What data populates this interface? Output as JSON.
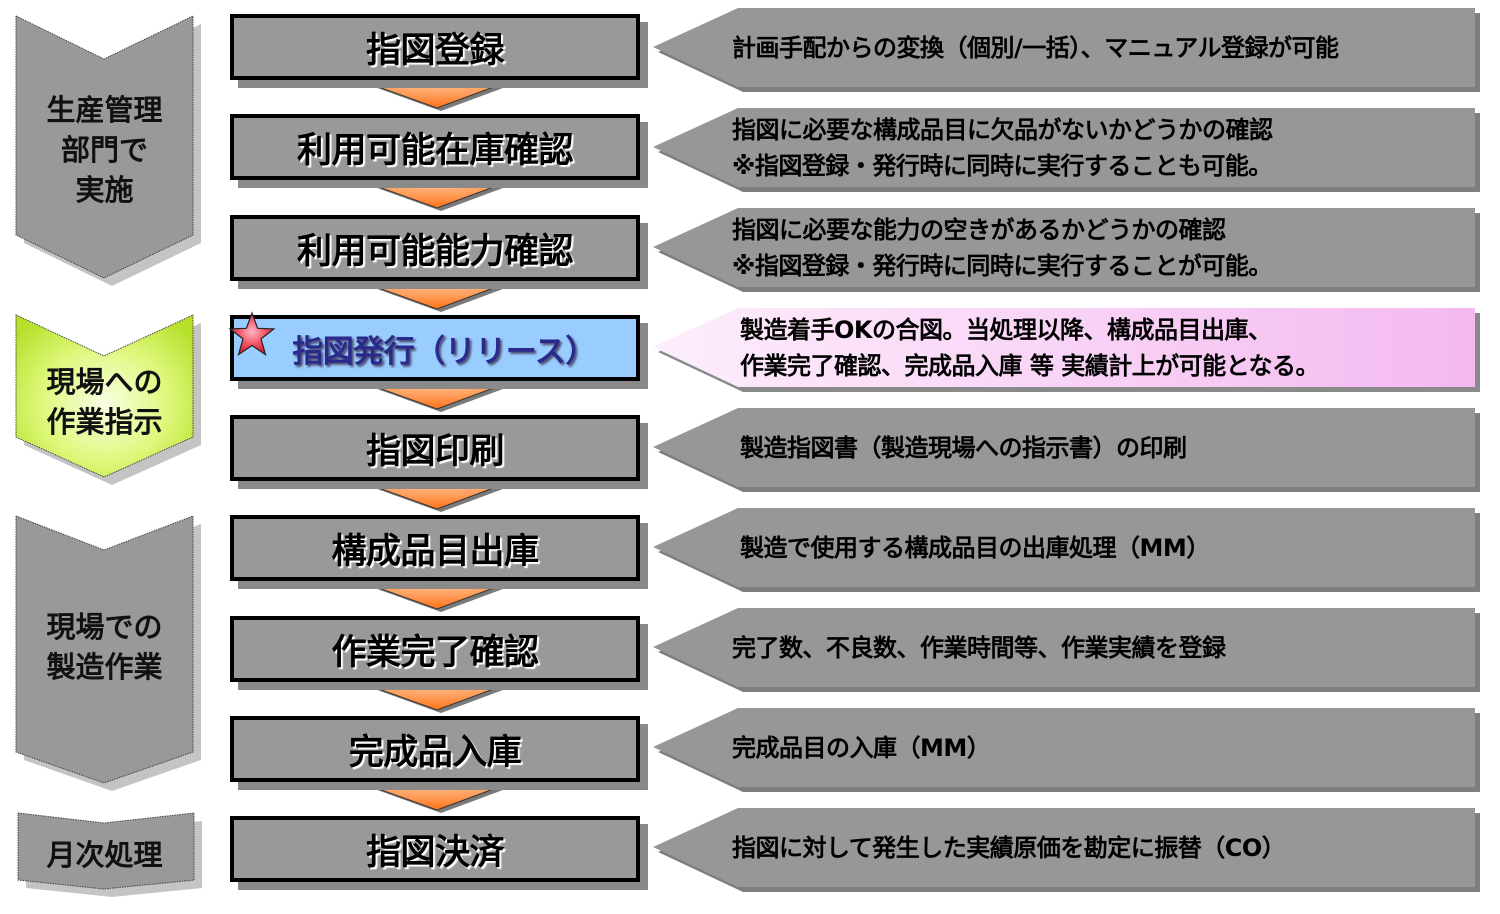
{
  "colors": {
    "background": "#ffffff",
    "phase_gray": "#999999",
    "phase_highlight_green": "#c8f040",
    "step_box_gray": "#999999",
    "step_box_release_blue": "#99ccff",
    "release_label_text": "#2a2a8c",
    "flow_arrow_orange": "#ff8a3a",
    "callout_gray": "#979797",
    "callout_release_pink": "#f6c4f2",
    "star_red": "#e8323c"
  },
  "phases": [
    {
      "lines": [
        "生産管理",
        "部門で",
        "実施"
      ]
    },
    {
      "lines": [
        "現場への",
        "作業指示"
      ]
    },
    {
      "lines": [
        "現場での",
        "製造作業"
      ]
    },
    {
      "lines": [
        "月次処理"
      ]
    }
  ],
  "steps": [
    {
      "label": "指図登録",
      "description": [
        "計画手配からの変換（個別/一括）、マニュアル登録が可能"
      ]
    },
    {
      "label": "利用可能在庫確認",
      "description": [
        "指図に必要な構成品目に欠品がないかどうかの確認",
        "※指図登録・発行時に同時に実行することも可能。"
      ]
    },
    {
      "label": "利用可能能力確認",
      "description": [
        "指図に必要な能力の空きがあるかどうかの確認",
        "※指図登録・発行時に同時に実行することが可能。"
      ]
    },
    {
      "label": "指図発行（リリース）",
      "highlighted": true,
      "marker": "star-icon",
      "description": [
        "製造着手OKの合図。当処理以降、構成品目出庫、",
        "作業完了確認、完成品入庫 等 実績計上が可能となる。"
      ]
    },
    {
      "label": "指図印刷",
      "description": [
        "製造指図書（製造現場への指示書）の印刷"
      ]
    },
    {
      "label": "構成品目出庫",
      "description": [
        "製造で使用する構成品目の出庫処理（MM）"
      ]
    },
    {
      "label": "作業完了確認",
      "description": [
        "完了数、不良数、作業時間等、作業実績を登録"
      ]
    },
    {
      "label": "完成品入庫",
      "description": [
        "完成品目の入庫（MM）"
      ]
    },
    {
      "label": "指図決済",
      "description": [
        "指図に対して発生した実績原価を勘定に振替（CO）"
      ]
    }
  ]
}
